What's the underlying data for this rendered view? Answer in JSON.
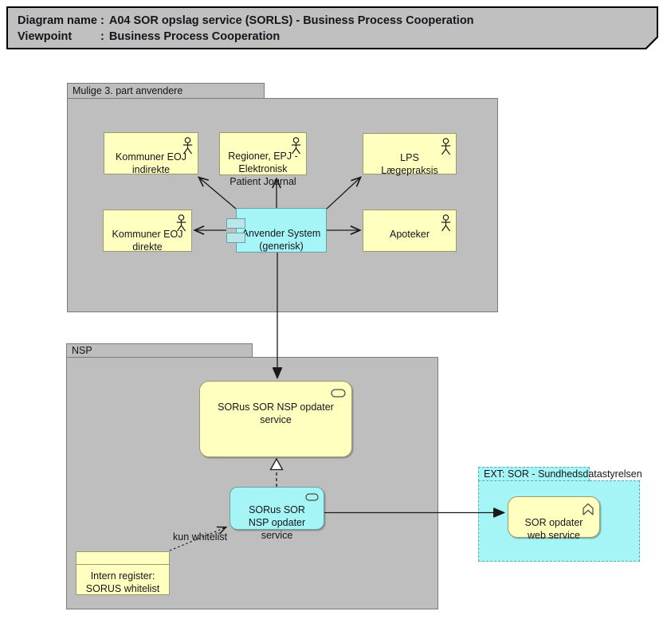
{
  "title_note": {
    "rows": [
      {
        "label": "Diagram name",
        "sep": ":",
        "value": "A04 SOR opslag service (SORLS) - Business Process Cooperation"
      },
      {
        "label": "Viewpoint",
        "sep": ":",
        "value": "Business Process Cooperation"
      }
    ]
  },
  "groups": {
    "third_party": {
      "label": "Mulige 3. part anvendere"
    },
    "nsp": {
      "label": "NSP"
    },
    "ext": {
      "label": "EXT: SOR - Sundhedsdatastyrelsen"
    }
  },
  "nodes": {
    "kommuner_eoj_indirekte": {
      "label": "Kommuner EOJ\nindirekte"
    },
    "regioner_epj": {
      "label": "Regioner, EPJ -\nElektronisk\nPatient Journal"
    },
    "lps": {
      "label": "LPS\nLægepraksis"
    },
    "kommuner_eoj_direkte": {
      "label": "Kommuner EOJ\ndirekte"
    },
    "apoteker": {
      "label": "Apoteker"
    },
    "anvender_system": {
      "label": "Anvender System\n(generisk)"
    },
    "sorus_sor_nsp_opdater_service": {
      "label": "SORus SOR NSP opdater\nservice"
    },
    "sorus_sor_nsp_opdater_service_app": {
      "label": "SORus SOR\nNSP opdater\nservice"
    },
    "intern_register": {
      "label": "Intern register:\nSORUS whitelist"
    },
    "sor_opdater_web_service": {
      "label": "SOR opdater\nweb service"
    }
  },
  "edges": {
    "kun_whitelist": {
      "label": "kun whitelist"
    }
  },
  "colors": {
    "note_fill": "#c0c0c0",
    "group_fill": "#bebebe",
    "group_border": "#7a7a7a",
    "yellow_fill": "#ffffc0",
    "yellow_border": "#9a9a70",
    "cyan_fill": "#a5f4f6",
    "cyan_border": "#68a0a4",
    "line": "#1a1a1a"
  }
}
